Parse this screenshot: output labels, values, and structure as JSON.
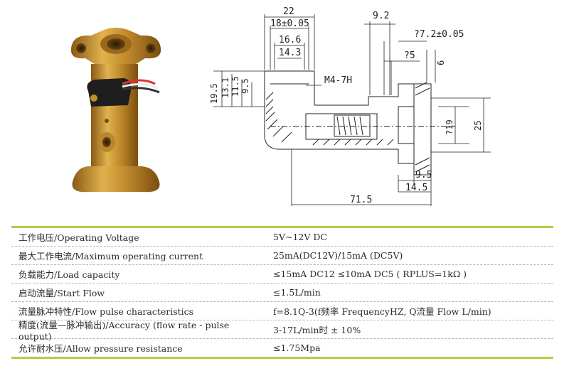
{
  "drawing": {
    "dims": {
      "d22": "22",
      "d18": "18±0.05",
      "d16_6": "16.6",
      "d14_3": "14.3",
      "d9_2": "9.2",
      "d7_2": "?7.2±0.05",
      "d5": "?5",
      "d6": "6",
      "d19_5": "19.5",
      "d13_1": "13.1",
      "d11_5": "11.5",
      "d9_5_left": "9.5",
      "thread": "M4-7H",
      "d19": "?19",
      "d25": "25",
      "d9_5_bottom": "9.5",
      "d14_5": "14.5",
      "d71_5": "71.5"
    }
  },
  "specs": [
    {
      "label": "工作电压/Operating Voltage",
      "value": "5V~12V DC"
    },
    {
      "label": "最大工作电流/Maximum operating current",
      "value": "25mA(DC12V)/15mA (DC5V)"
    },
    {
      "label": "负载能力/Load capacity",
      "value": "≤15mA DC12 ≤10mA DC5 ( RPLUS=1kΩ )"
    },
    {
      "label": "启动流量/Start Flow",
      "value": "≤1.5L/min"
    },
    {
      "label": "流量脉冲特性/Flow pulse characteristics",
      "value": "f=8.1Q-3(f频率 FrequencyHZ, Q流量 Flow L/min)"
    },
    {
      "label": "精度(流量—脉冲输出)/Accuracy (flow rate - pulse output)",
      "value": "3-17L/min时 ± 10%"
    },
    {
      "label": "允许耐水压/Allow pressure resistance",
      "value": "≤1.75Mpa"
    }
  ],
  "colors": {
    "rule": "#b8c94a",
    "brass": "#c99a3a",
    "line": "#222222"
  }
}
